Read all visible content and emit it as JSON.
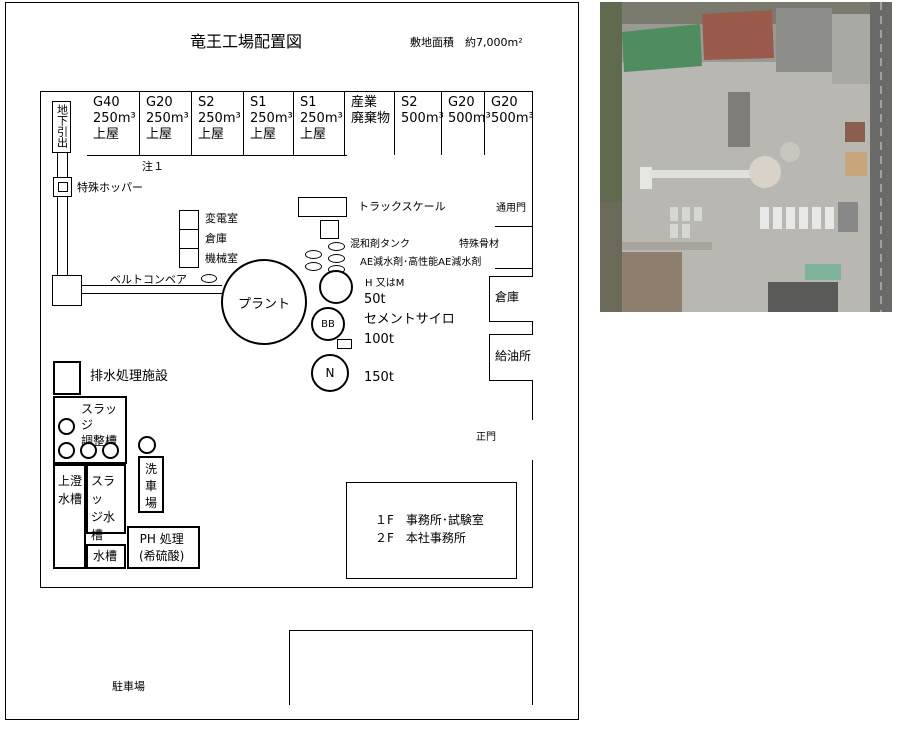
{
  "diagram": {
    "title": "竜王工場配置図",
    "site_area": "敷地面積　約7,000m²",
    "bins": [
      {
        "code": "G40",
        "capacity": "250m³",
        "note": "上屋"
      },
      {
        "code": "G20",
        "capacity": "250m³",
        "note": "上屋"
      },
      {
        "code": "S2",
        "capacity": "250m³",
        "note": "上屋"
      },
      {
        "code": "S1",
        "capacity": "250m³",
        "note": "上屋"
      },
      {
        "code": "S1",
        "capacity": "250m³",
        "note": "上屋"
      },
      {
        "code": "産業",
        "capacity": "廃棄物",
        "note": ""
      },
      {
        "code": "S2",
        "capacity": "500m³",
        "note": ""
      },
      {
        "code": "G20",
        "capacity": "500m³",
        "note": ""
      },
      {
        "code": "G20",
        "capacity": "500m³",
        "note": ""
      }
    ],
    "labels": {
      "underground_exit": "地下引出",
      "note1": "注１",
      "special_hopper": "特殊ホッパー",
      "substation": "変電室",
      "warehouse_small": "倉庫",
      "machine_room": "機械室",
      "belt_conveyor": "ベルトコンベア",
      "plant": "プラント",
      "truck_scale": "トラックスケール",
      "admixture_tank": "混和剤タンク",
      "special_aggregate": "特殊骨材",
      "ae_agent": "AE減水剤･高性能AE減水剤",
      "gate_pass": "通用門",
      "h_or_m": "H 又はM",
      "t50": "50t",
      "bb": "BB",
      "cement_silo": "セメントサイロ",
      "t100": "100t",
      "n": "N",
      "t150": "150t",
      "warehouse_right": "倉庫",
      "fuel_station": "給油所",
      "drainage": "排水処理施設",
      "sludge_tank": "スラッジ\n調整槽",
      "car_wash": "洗\n車\n場",
      "clear_water": "上澄\n水槽",
      "sludge_water": "スラッ\nジ水\n槽",
      "water_tank": "水槽",
      "ph_treatment": "PH 処理\n(希硫酸)",
      "main_gate": "正門",
      "office_1f": "１F　事務所･試験室",
      "office_2f": "２F　本社事務所",
      "parking": "駐車場"
    }
  },
  "photo": {
    "icon": "aerial-photo"
  }
}
